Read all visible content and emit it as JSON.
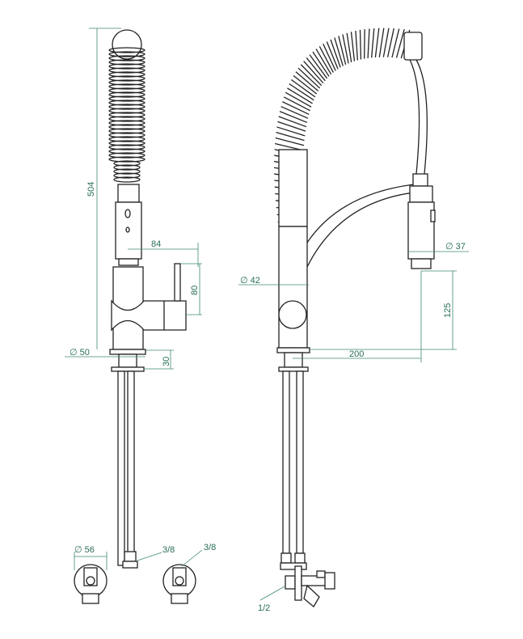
{
  "drawing": {
    "title": "Pre-rinse faucet technical drawing",
    "dimensions": {
      "total_height": "504",
      "lever_reach": "84",
      "lever_height": "80",
      "base_diameter_left": "∅ 50",
      "base_thickness": "30",
      "body_diameter": "∅ 42",
      "head_diameter": "∅ 37",
      "head_height": "125",
      "spout_reach": "200",
      "valve_diameter": "∅ 56",
      "hose_thread_1": "3/8",
      "hose_thread_2": "3/8",
      "valve_thread": "1/2"
    },
    "colors": {
      "dimension": "#2a6e55",
      "outline": "#222222"
    }
  }
}
